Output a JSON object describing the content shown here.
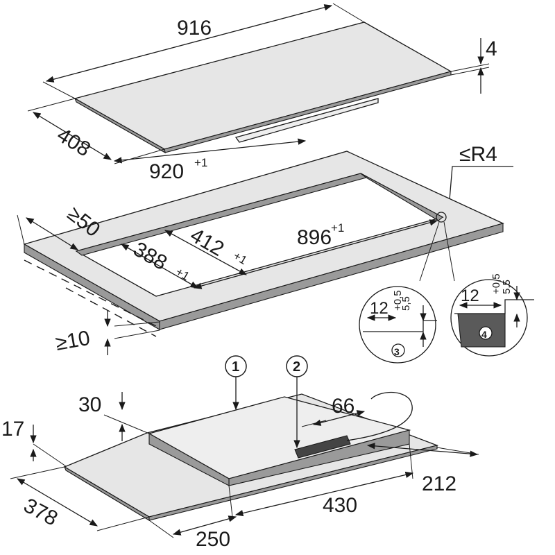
{
  "colors": {
    "background": "#ffffff",
    "line": "#1a1a1a",
    "surface": "#e6e6e6",
    "edge": "#9a9a9a",
    "detail_fill": "#5a5a5a"
  },
  "top_view": {
    "width": "916",
    "depth": "408",
    "thickness": "4",
    "cutout_width": "920",
    "cutout_width_tol": "+1",
    "corner_radius": "≤R4"
  },
  "countertop": {
    "edge_distance": "≥50",
    "cutout_length": "896",
    "cutout_length_tol": "+1",
    "cutout_depth": "412",
    "cutout_depth_tol": "+1",
    "inner_depth": "388",
    "inner_depth_tol": "+1",
    "min_thickness": "≥10"
  },
  "details": [
    {
      "marker": "3",
      "width": "12",
      "depth": "5,5",
      "depth_tol": "+0,5"
    },
    {
      "marker": "4",
      "width": "12",
      "depth": "5,5",
      "depth_tol": "+0,5"
    }
  ],
  "bottom_view": {
    "marker_1": "1",
    "marker_2": "2",
    "housing_height": "30",
    "plate_height": "17",
    "cable_offset": "66",
    "depth": "378",
    "front_offset": "250",
    "housing_width": "430",
    "right_offset": "212"
  }
}
